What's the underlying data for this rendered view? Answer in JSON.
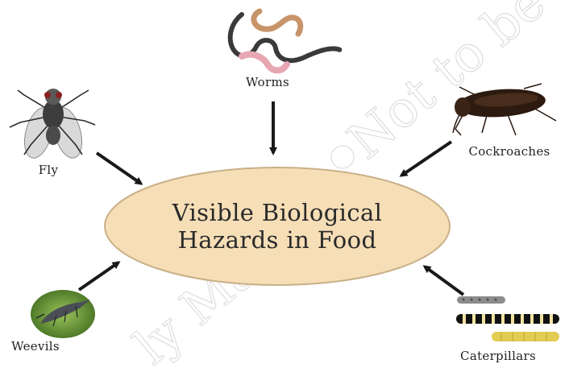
{
  "center": {
    "line1": "Visible Biological",
    "line2": "Hazards in Food",
    "fill_color": "#f6deb7",
    "stroke_color": "#c9b089"
  },
  "hazards": [
    {
      "id": "worms",
      "label": "Worms",
      "icon": "worms-icon"
    },
    {
      "id": "fly",
      "label": "Fly",
      "icon": "fly-icon"
    },
    {
      "id": "cockroaches",
      "label": "Cockroaches",
      "icon": "cockroach-icon"
    },
    {
      "id": "weevils",
      "label": "Weevils",
      "icon": "weevil-icon"
    },
    {
      "id": "caterpillars",
      "label": "Caterpillars",
      "icon": "caterpillar-icon"
    }
  ],
  "arrow_color": "#1a1a1a"
}
